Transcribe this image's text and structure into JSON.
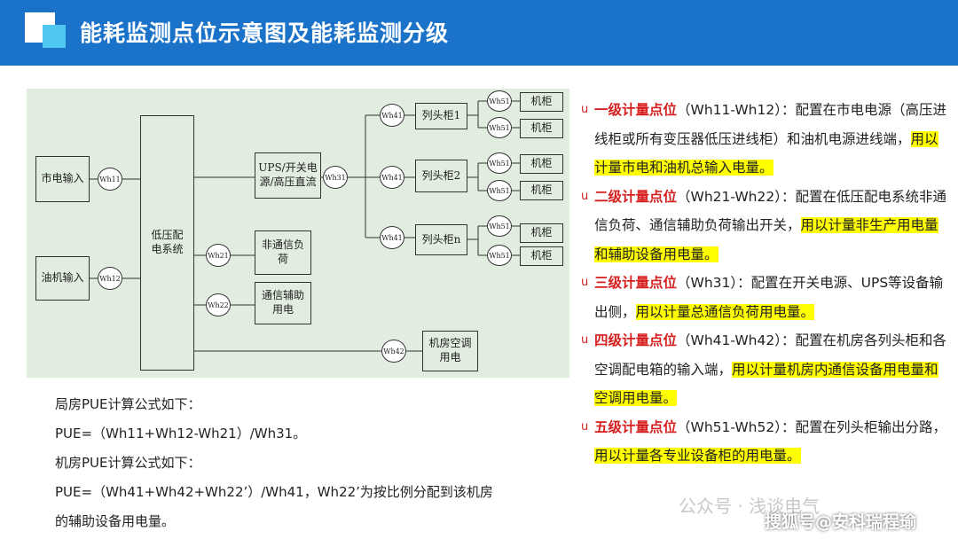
{
  "header": {
    "title": "能耗监测点位示意图及能耗监测分级"
  },
  "diagram": {
    "mains_input": "市电输入",
    "generator_input": "油机输入",
    "lv_system": "低压配电系统",
    "ups": "UPS/开关电源/高压直流",
    "non_comm_load": "非通信负荷",
    "comm_aux": "通信辅助用电",
    "ac": "机房空调用电",
    "head_cabinets": [
      "列头柜1",
      "列头柜2",
      "列头柜n"
    ],
    "cabinet": "机柜",
    "meters": {
      "wh11": "Wh11",
      "wh12": "Wh12",
      "wh21": "Wh21",
      "wh22": "Wh22",
      "wh31": "Wh31",
      "wh41": "Wh41",
      "wh42": "Wh42",
      "wh51": "Wh51"
    }
  },
  "formulas": {
    "line1": "局房PUE计算公式如下：",
    "line2": "PUE=（Wh11+Wh12-Wh21）/Wh31。",
    "line3": "机房PUE计算公式如下：",
    "line4": "PUE=（Wh41+Wh42+Wh22’）/Wh41，Wh22’为按比例分配到该机房",
    "line5": "的辅助设备用电量。"
  },
  "levels": [
    {
      "bullet": "u",
      "title": "一级计量点位",
      "range": "（Wh11-Wh12）",
      "desc": "：配置在市电电源（高压进线柜或所有变压器低压进线柜）和油机电源进线端，",
      "highlight": "用以计量市电和油机总输入电量。"
    },
    {
      "bullet": "u",
      "title": "二级计量点位",
      "range": "（Wh21-Wh22）",
      "desc": "：配置在低压配电系统非通信负荷、通信辅助负荷输出开关，",
      "highlight": "用以计量非生产用电量和辅助设备用电量。"
    },
    {
      "bullet": "u",
      "title": "三级计量点位",
      "range": "（Wh31）",
      "desc": "：配置在开关电源、UPS等设备输出侧，",
      "highlight": "用以计量总通信负荷用电量。"
    },
    {
      "bullet": "u",
      "title": "四级计量点位",
      "range": "（Wh41-Wh42）",
      "desc": "：配置在机房各列头柜和各空调配电箱的输入端，",
      "highlight": "用以计量机房内通信设备用电量和空调用电量。"
    },
    {
      "bullet": "u",
      "title": "五级计量点位",
      "range": "（Wh51-Wh52）",
      "desc": "：配置在列头柜输出分路，",
      "highlight": "用以计量各专业设备柜的用电量。"
    }
  ],
  "watermarks": {
    "wechat": "公众号 · 浅谈电气",
    "sohu": "搜狐号@安科瑞程瑜"
  }
}
